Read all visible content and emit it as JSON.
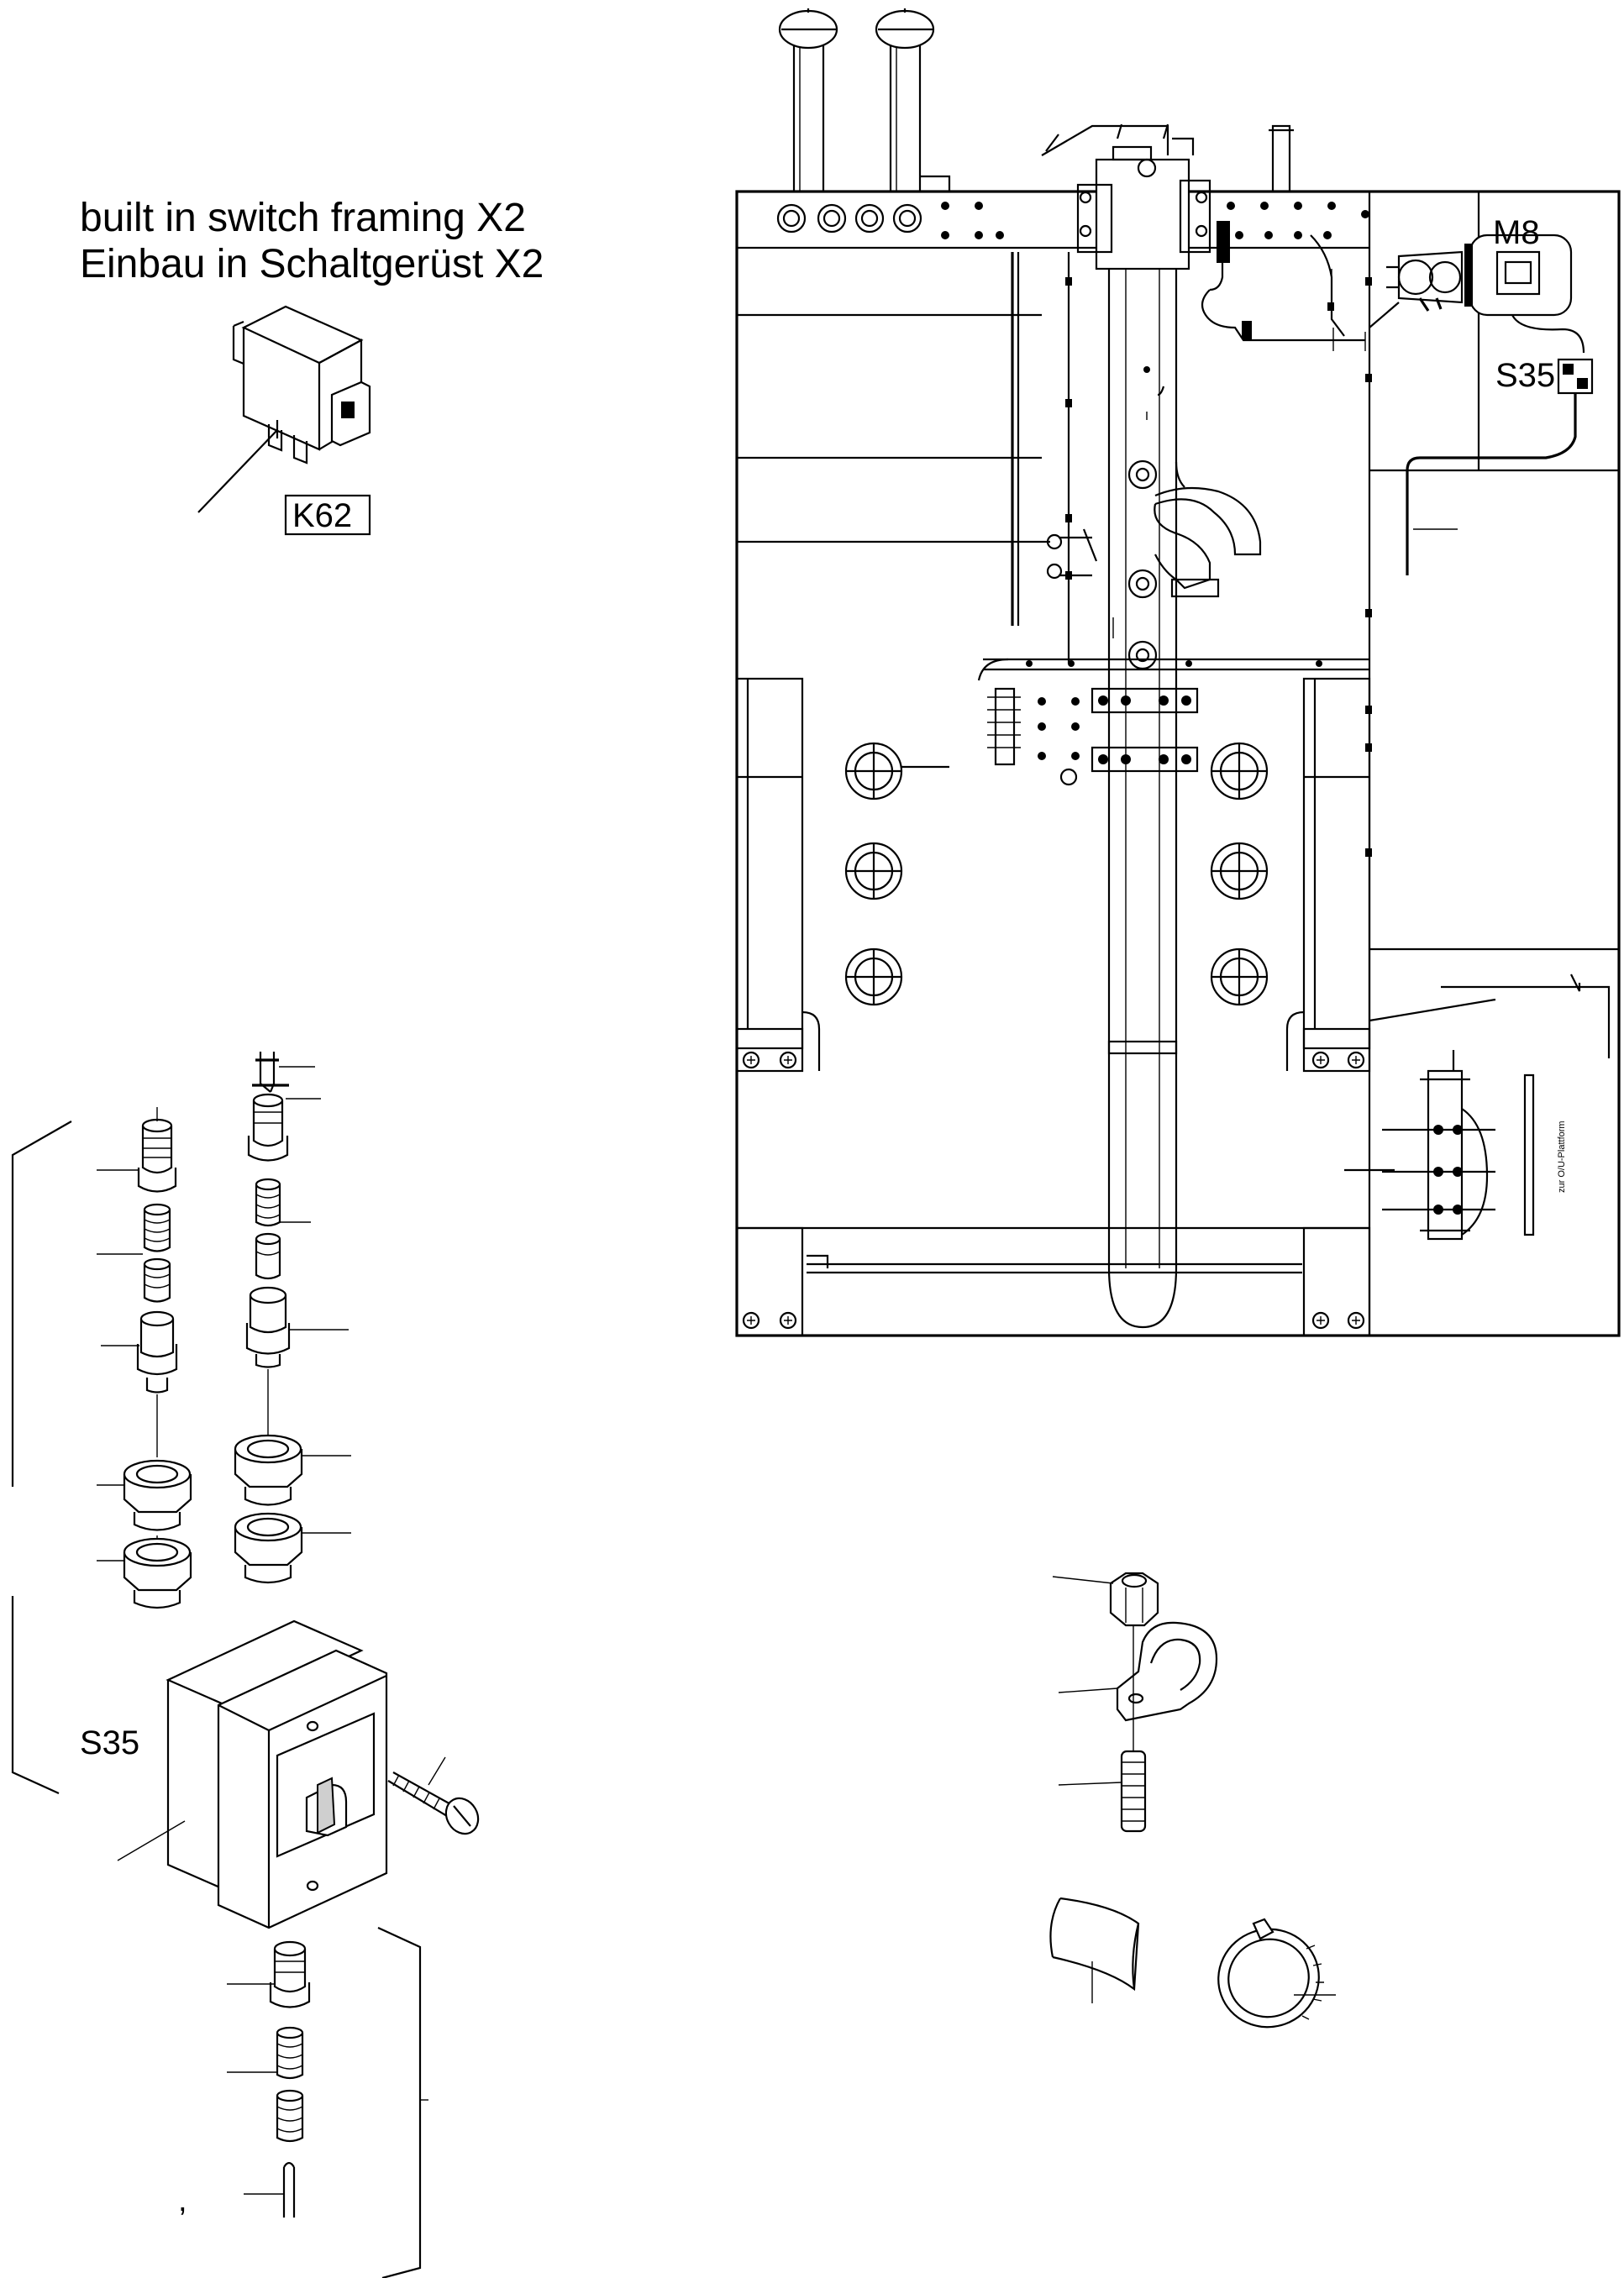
{
  "caption": {
    "line_en": "built in switch framing X2",
    "line_de": "Einbau in Schaltgerüst X2"
  },
  "labels": {
    "relay": "K62",
    "motor": "M8",
    "switch_on_frame": "S35",
    "switch_detail": "S35",
    "platform_note": "zur O/U-Plattform",
    "stray_mark": ","
  }
}
